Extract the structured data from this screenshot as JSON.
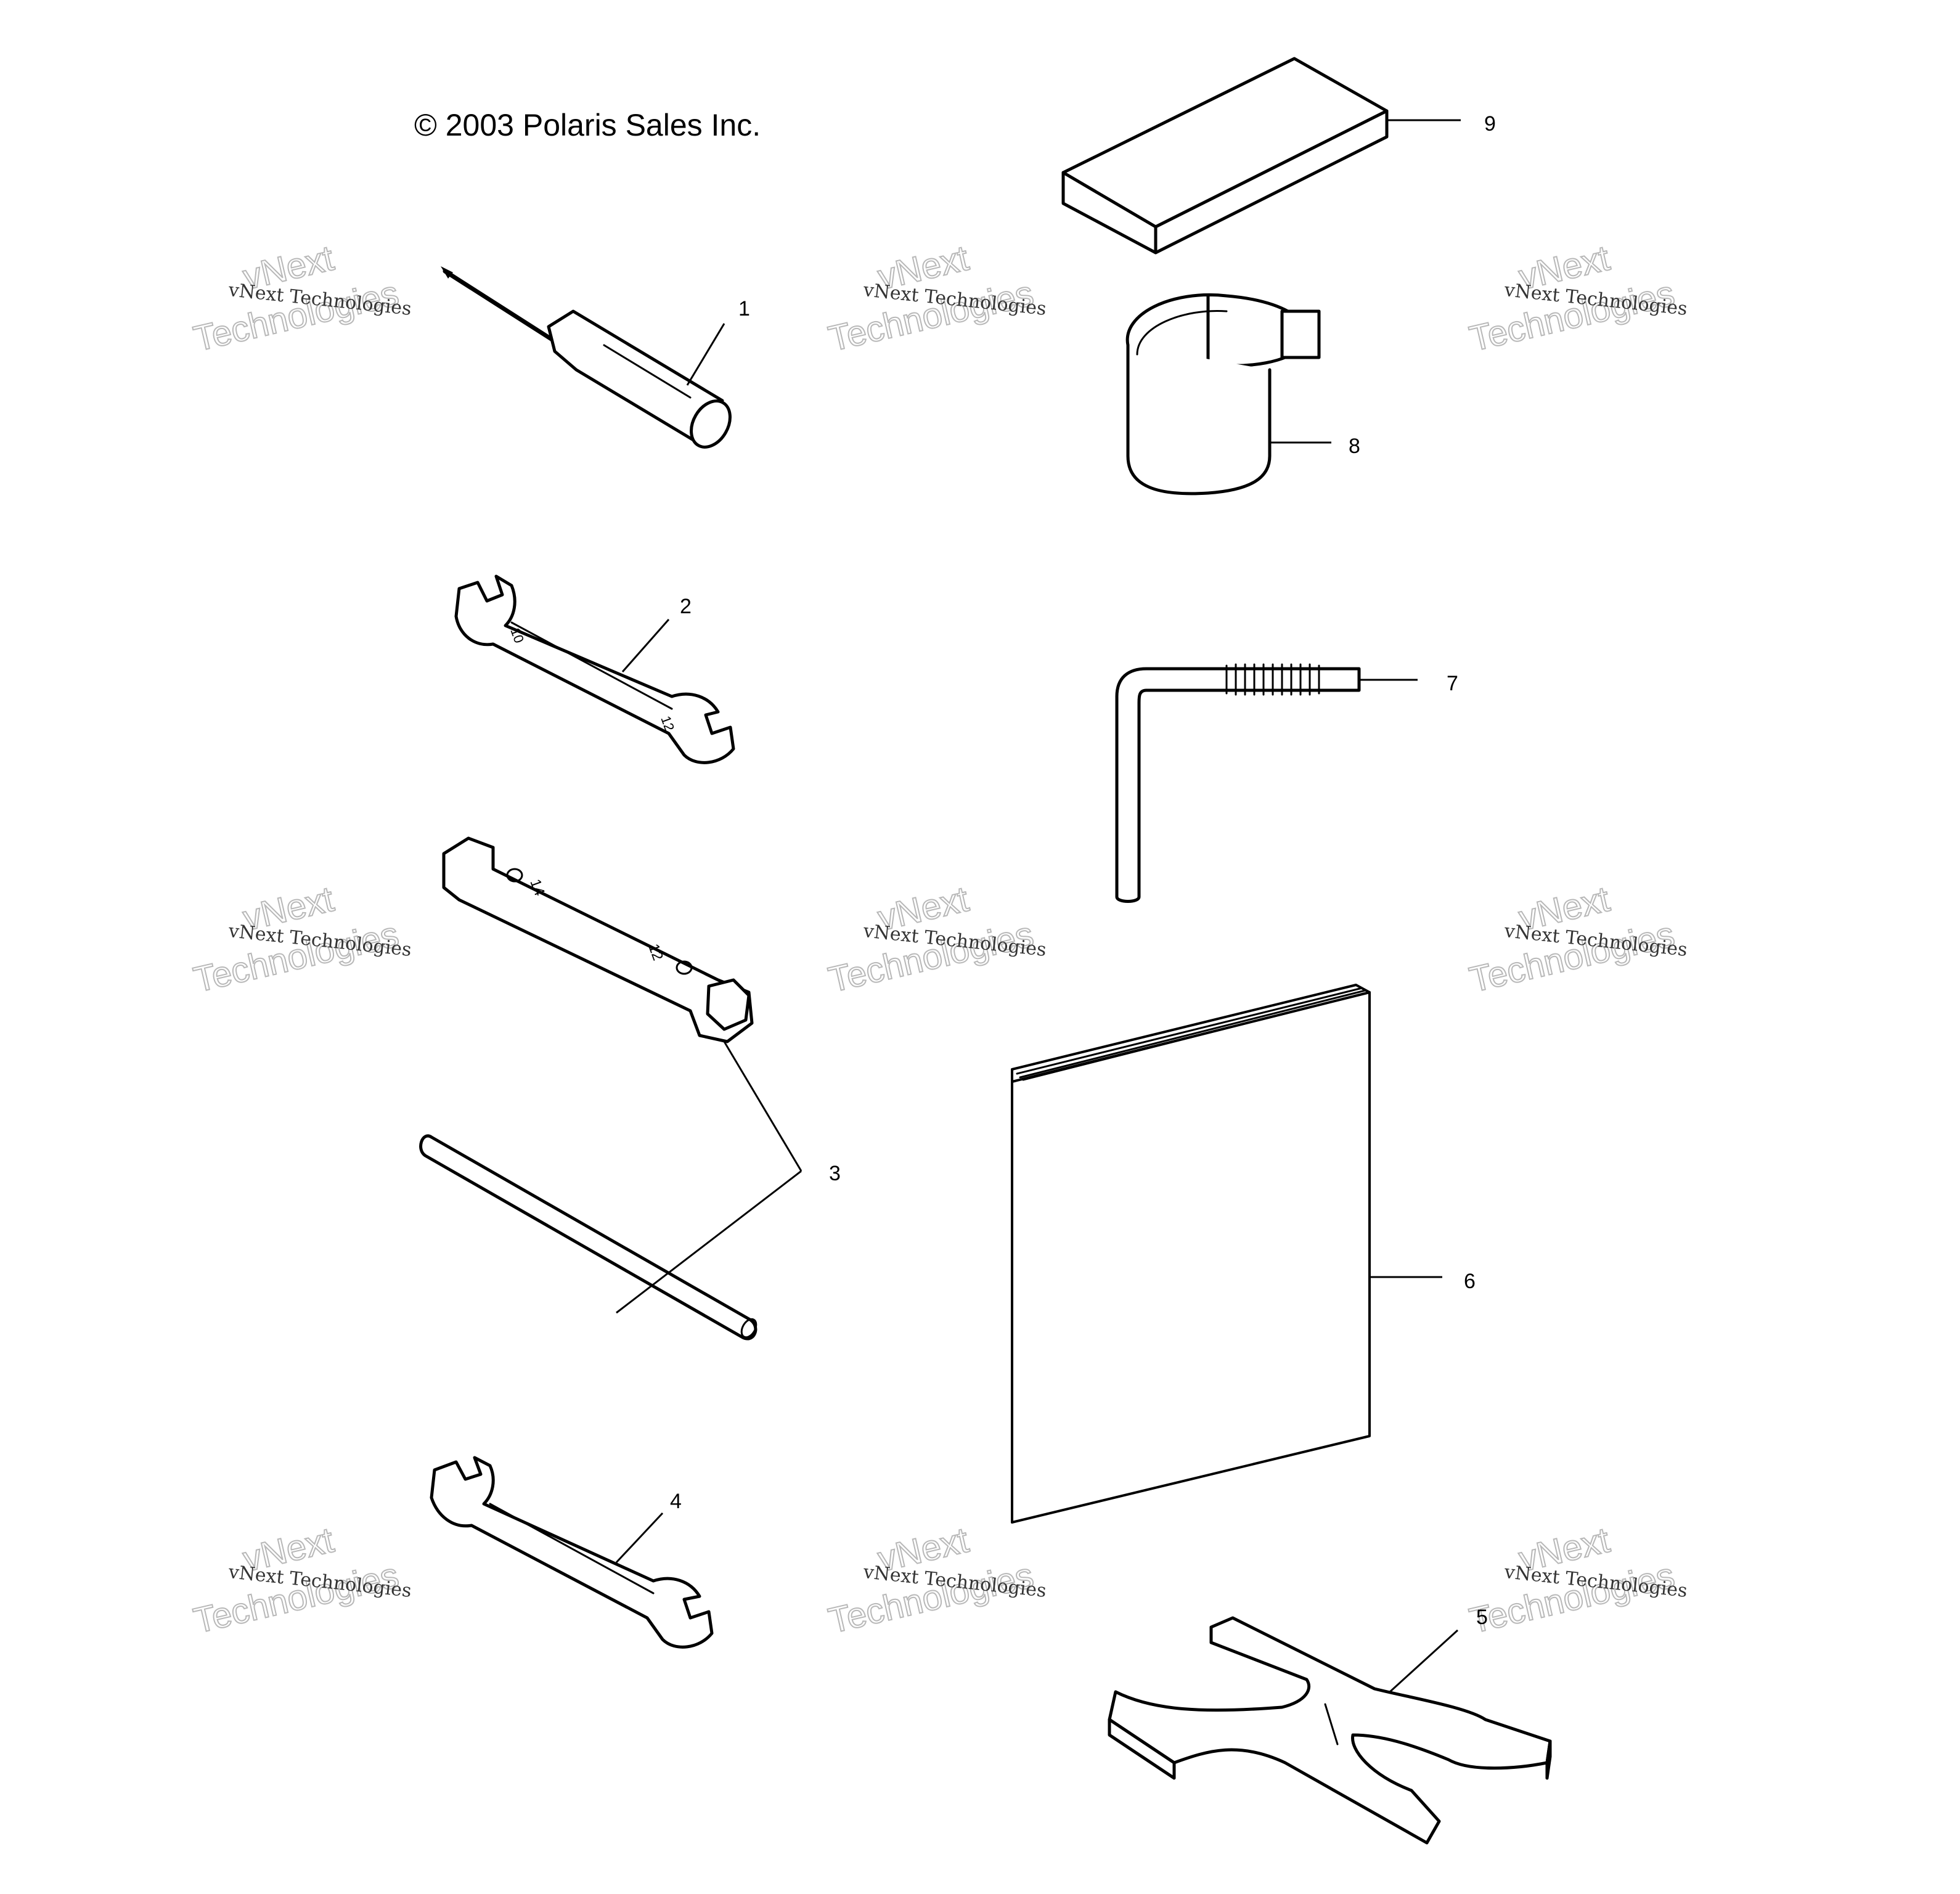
{
  "copyright": "© 2003 Polaris Sales Inc.",
  "callouts": [
    "1",
    "2",
    "3",
    "4",
    "5",
    "6",
    "7",
    "8",
    "9"
  ],
  "watermark": {
    "small": "vNext Technologies",
    "big_line1": "vNext",
    "big_line2": "Technologies"
  },
  "wrench_marks": {
    "wrench2_a": "10",
    "wrench2_b": "12",
    "socket_a": "14",
    "socket_b": "12"
  }
}
